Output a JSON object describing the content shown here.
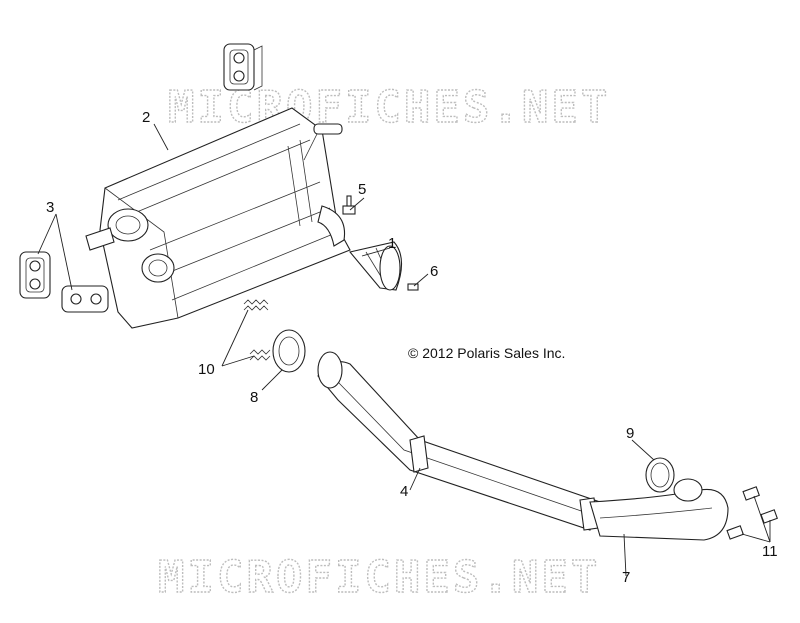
{
  "copyright": "© 2012 Polaris Sales Inc.",
  "watermark": {
    "top": "MICROFICHES.NET",
    "bottom": "MICROFICHES.NET"
  },
  "callouts": [
    "1",
    "2",
    "3",
    "4",
    "5",
    "6",
    "7",
    "8",
    "9",
    "10",
    "11"
  ]
}
